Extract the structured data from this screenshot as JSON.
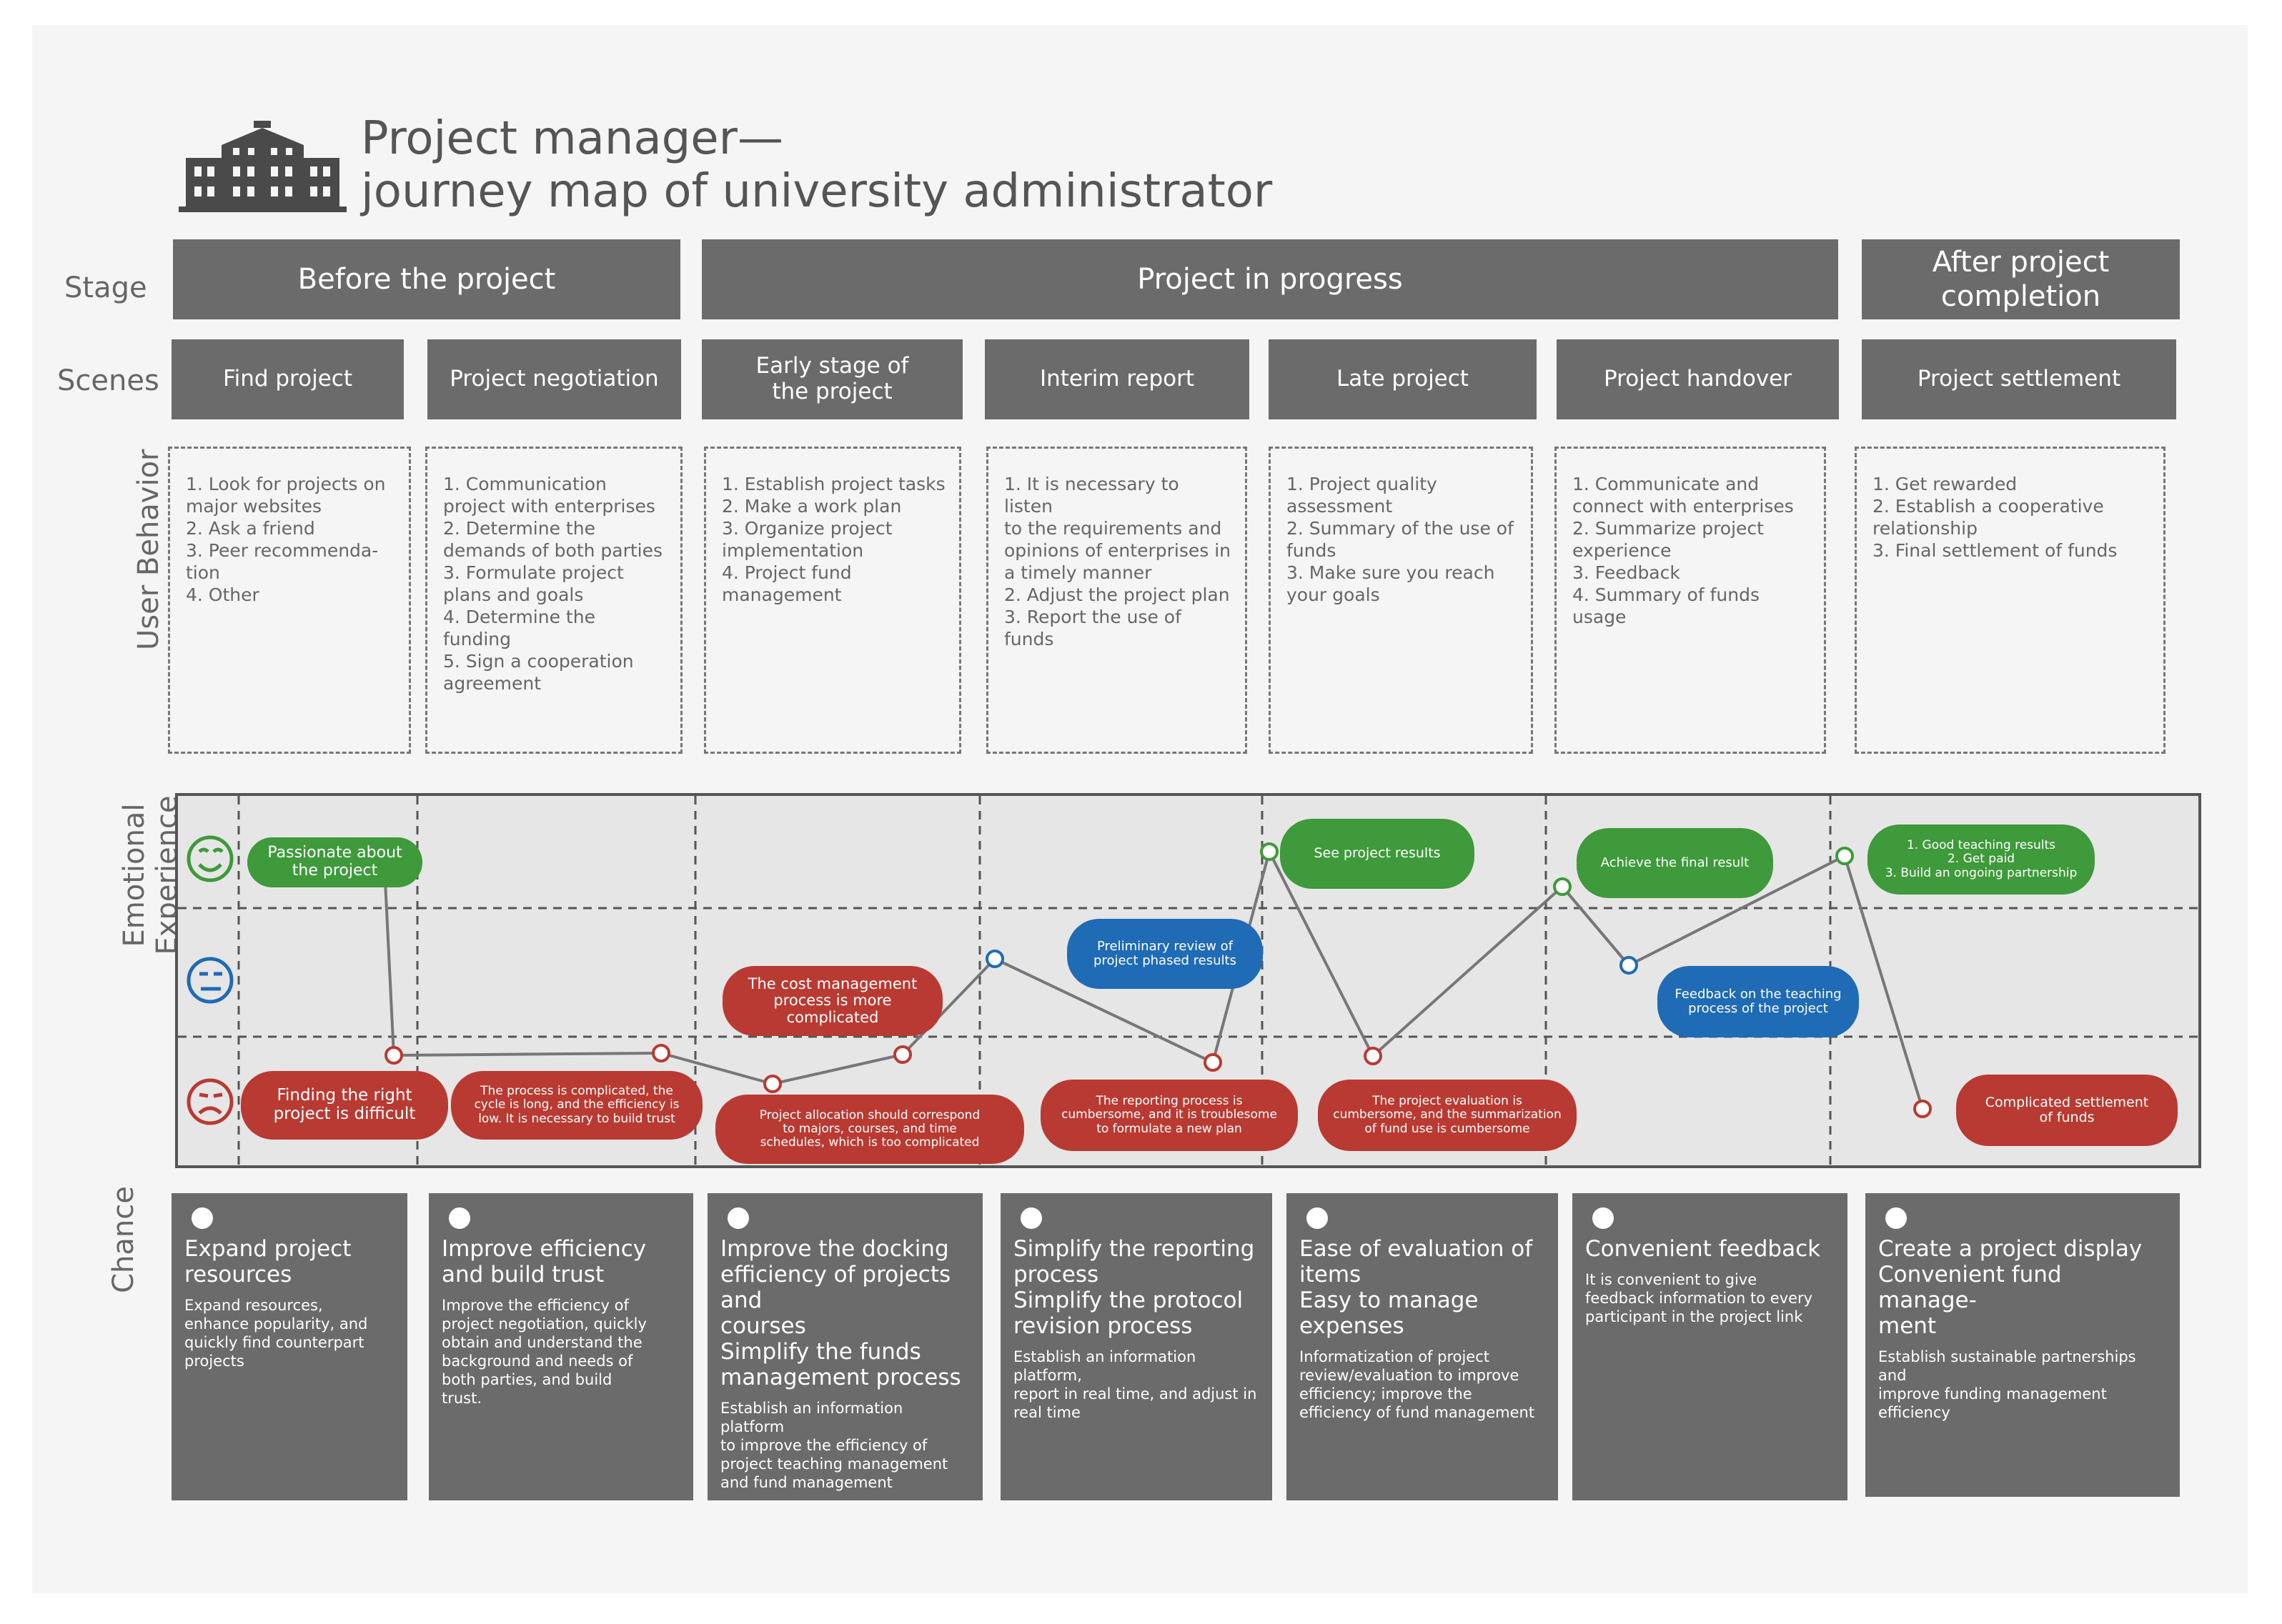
{
  "title": {
    "line1": "Project manager—",
    "line2": "journey map of university administrator",
    "icon": "university-building-icon"
  },
  "row_labels": {
    "stage": "Stage",
    "scenes": "Scenes",
    "user_behavior": "User Behavior",
    "emotional_line1": "Emotional",
    "emotional_line2": "Experience",
    "chance": "Chance"
  },
  "stages": [
    {
      "label": "Before the project"
    },
    {
      "label": "Project in progress"
    },
    {
      "label": "After project\ncompletion"
    }
  ],
  "scenes": [
    {
      "label": "Find project"
    },
    {
      "label": "Project negotiation"
    },
    {
      "label": "Early stage of\nthe project"
    },
    {
      "label": "Interim report"
    },
    {
      "label": "Late project"
    },
    {
      "label": "Project handover"
    },
    {
      "label": "Project settlement"
    }
  ],
  "behaviors": [
    {
      "text": "1. Look for projects on\nmajor websites\n2. Ask a friend\n3. Peer recommenda-\ntion\n4. Other"
    },
    {
      "text": "1. Communication\nproject with enterprises\n2. Determine the\ndemands of both parties\n3. Formulate project\nplans and goals\n4. Determine the funding\n5. Sign a cooperation\nagreement"
    },
    {
      "text": "1. Establish project tasks\n2. Make a work plan\n3. Organize project\nimplementation\n4. Project fund\nmanagement"
    },
    {
      "text": "1. It is necessary to listen\nto the requirements and\nopinions of enterprises in\na timely manner\n2. Adjust the project plan\n3. Report the use of funds"
    },
    {
      "text": "1. Project quality\nassessment\n2. Summary of the use of\nfunds\n3. Make sure you reach\nyour goals"
    },
    {
      "text": "1. Communicate and\nconnect with enterprises\n2. Summarize project\nexperience\n3. Feedback\n4. Summary of funds usage"
    },
    {
      "text": "1. Get rewarded\n2. Establish a cooperative\nrelationship\n3. Final settlement of funds"
    }
  ],
  "emotion_faces": [
    {
      "name": "happy-face-icon",
      "color": "#3e9a3a"
    },
    {
      "name": "neutral-face-icon",
      "color": "#1f6bb5"
    },
    {
      "name": "sad-face-icon",
      "color": "#b93a32"
    }
  ],
  "emotion_bubbles": [
    {
      "text": "Passionate about\nthe project",
      "tone": "green"
    },
    {
      "text": "Finding the right\nproject is difficult",
      "tone": "red"
    },
    {
      "text": "The process is complicated, the\ncycle is long, and the efficiency is\nlow. It is necessary to build trust",
      "tone": "red"
    },
    {
      "text": "The cost management\nprocess is more\ncomplicated",
      "tone": "red"
    },
    {
      "text": "Project allocation should correspond\nto majors, courses, and time\nschedules, which is too complicated",
      "tone": "red"
    },
    {
      "text": "Preliminary review of\nproject phased results",
      "tone": "blue"
    },
    {
      "text": "The reporting process is\ncumbersome, and it is troublesome\nto formulate a new plan",
      "tone": "red"
    },
    {
      "text": "See project results",
      "tone": "green"
    },
    {
      "text": "The project evaluation is\ncumbersome, and the summarization\nof fund use is cumbersome",
      "tone": "red"
    },
    {
      "text": "Achieve the final result",
      "tone": "green"
    },
    {
      "text": "Feedback on the teaching\nprocess of the project",
      "tone": "blue"
    },
    {
      "text": "1. Good teaching results\n2. Get paid\n3. Build an ongoing partnership",
      "tone": "green"
    },
    {
      "text": "Complicated settlement\nof funds",
      "tone": "red"
    }
  ],
  "colors": {
    "panel": "#6b6b6b",
    "green": "#3e9a3a",
    "red": "#b93a32",
    "blue": "#1f6bb5",
    "background": "#f5f5f5"
  },
  "chances": [
    {
      "title": "Expand project\nresources",
      "desc": "Expand resources,\nenhance popularity, and\nquickly find counterpart\nprojects"
    },
    {
      "title": "Improve efficiency\nand build trust",
      "desc": "Improve the efficiency of\nproject negotiation, quickly\nobtain and understand the\nbackground and needs of\nboth parties, and build\ntrust."
    },
    {
      "title": "Improve the docking\nefficiency of projects and\ncourses\nSimplify the funds\nmanagement process",
      "desc": "Establish an information platform\nto improve the efficiency of\nproject teaching management\nand fund management"
    },
    {
      "title": "Simplify the reporting\nprocess\nSimplify the protocol\nrevision process",
      "desc": "Establish an information platform,\nreport in real time, and adjust in\nreal time"
    },
    {
      "title": "Ease of evaluation of\nitems\nEasy to manage\nexpenses",
      "desc": "Informatization of project\nreview/evaluation to improve\nefficiency; improve the\nefficiency of fund management"
    },
    {
      "title": "Convenient feedback",
      "desc": "It is convenient to give\nfeedback information to every\nparticipant in the project link"
    },
    {
      "title": "Create a project display\nConvenient fund manage-\nment",
      "desc": "Establish sustainable partnerships and\nimprove funding management\nefficiency"
    }
  ]
}
